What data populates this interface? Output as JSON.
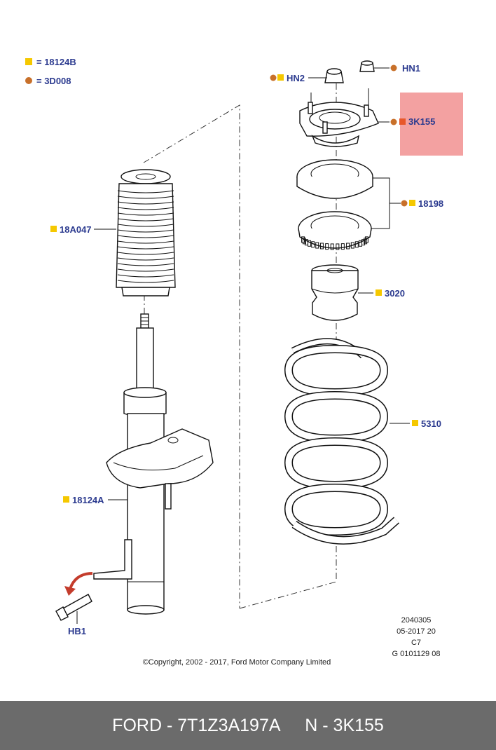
{
  "legend": [
    {
      "id": "square",
      "color": "#f5c800",
      "text": "= 18124B"
    },
    {
      "id": "circle",
      "color": "#c8702a",
      "text": "= 3D008"
    }
  ],
  "callouts": {
    "hn1": "HN1",
    "hn2": "HN2",
    "k3k155": "3K155",
    "p18198": "18198",
    "p18a047": "18A047",
    "p3020": "3020",
    "p5310": "5310",
    "p18124a": "18124A",
    "hb1": "HB1"
  },
  "highlight_color": "#f08a8a",
  "meta": {
    "line1": "2040305",
    "line2": "05-2017 20",
    "line3": "C7",
    "line4": "G 0101129 08"
  },
  "copyright": "©Copyright, 2002 - 2017, Ford Motor Company Limited",
  "footer": {
    "left": "FORD - 7T1Z3A197A",
    "right": "N - 3K155"
  }
}
